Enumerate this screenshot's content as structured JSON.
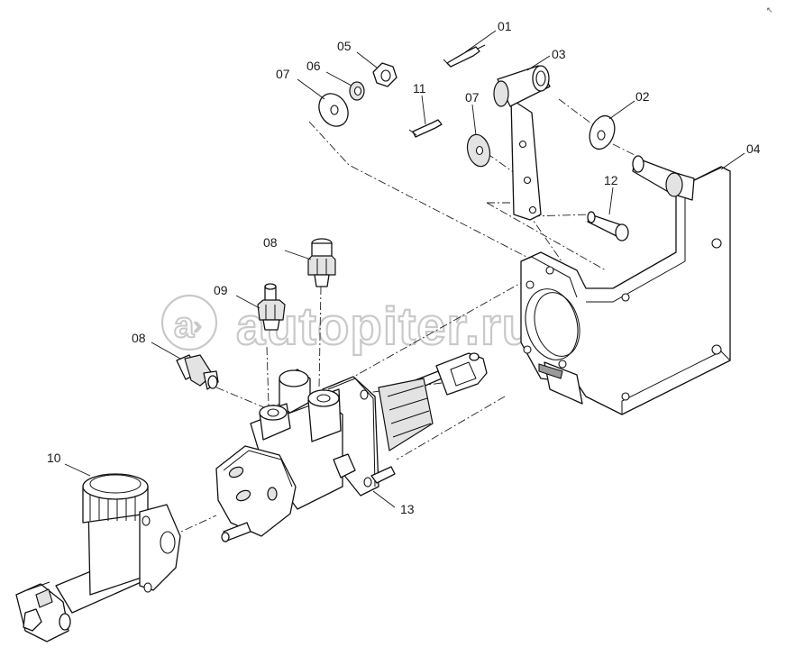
{
  "watermark": "autopiter.ru",
  "parts": [
    {
      "id": "p01",
      "number": "01"
    },
    {
      "id": "p02",
      "number": "02"
    },
    {
      "id": "p03",
      "number": "03"
    },
    {
      "id": "p04",
      "number": "04"
    },
    {
      "id": "p05",
      "number": "05"
    },
    {
      "id": "p06",
      "number": "06"
    },
    {
      "id": "p07a",
      "number": "07"
    },
    {
      "id": "p07b",
      "number": "07"
    },
    {
      "id": "p08a",
      "number": "08"
    },
    {
      "id": "p08b",
      "number": "08"
    },
    {
      "id": "p09",
      "number": "09"
    },
    {
      "id": "p10",
      "number": "10"
    },
    {
      "id": "p11",
      "number": "11"
    },
    {
      "id": "p12",
      "number": "12"
    },
    {
      "id": "p13",
      "number": "13"
    }
  ]
}
